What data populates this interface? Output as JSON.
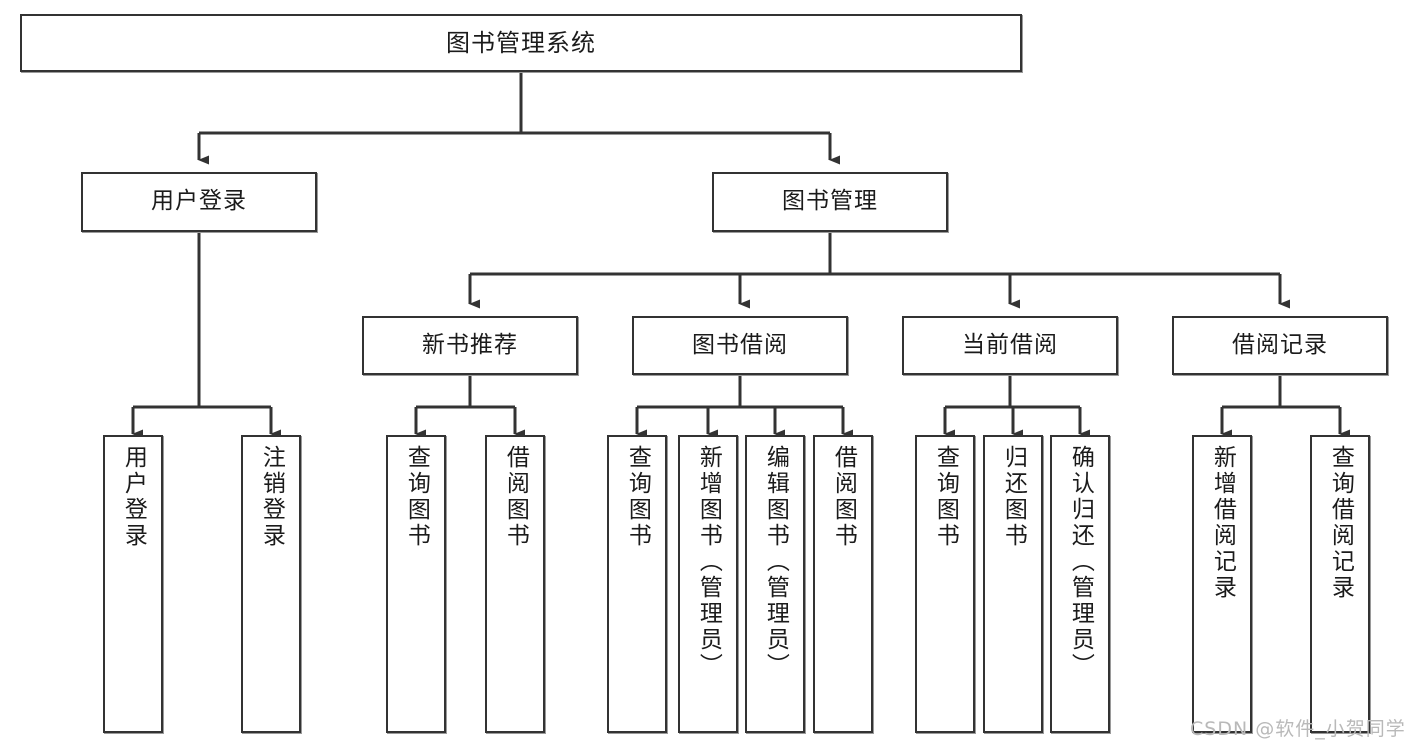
{
  "diagram": {
    "title": "图书管理系统",
    "watermark": "CSDN @软件_小贺同学",
    "colors": {
      "box_border": "#333333",
      "line": "#333333",
      "background": "#ffffff",
      "watermark": "#b9b9b9"
    },
    "root": {
      "label": "图书管理系统"
    },
    "level2": [
      {
        "label": "用户登录"
      },
      {
        "label": "图书管理"
      }
    ],
    "level3": [
      {
        "label": "新书推荐"
      },
      {
        "label": "图书借阅"
      },
      {
        "label": "当前借阅"
      },
      {
        "label": "借阅记录"
      }
    ],
    "leaves": {
      "user_login": [
        {
          "label": "用户登录"
        },
        {
          "label": "注销登录"
        }
      ],
      "new_book": [
        {
          "label": "查询图书"
        },
        {
          "label": "借阅图书"
        }
      ],
      "book_borrow": [
        {
          "label": "查询图书"
        },
        {
          "label": "新增图书（管理员）"
        },
        {
          "label": "编辑图书（管理员）"
        },
        {
          "label": "借阅图书"
        }
      ],
      "current_borrow": [
        {
          "label": "查询图书"
        },
        {
          "label": "归还图书"
        },
        {
          "label": "确认归还（管理员）"
        }
      ],
      "borrow_record": [
        {
          "label": "新增借阅记录"
        },
        {
          "label": "查询借阅记录"
        }
      ]
    }
  }
}
